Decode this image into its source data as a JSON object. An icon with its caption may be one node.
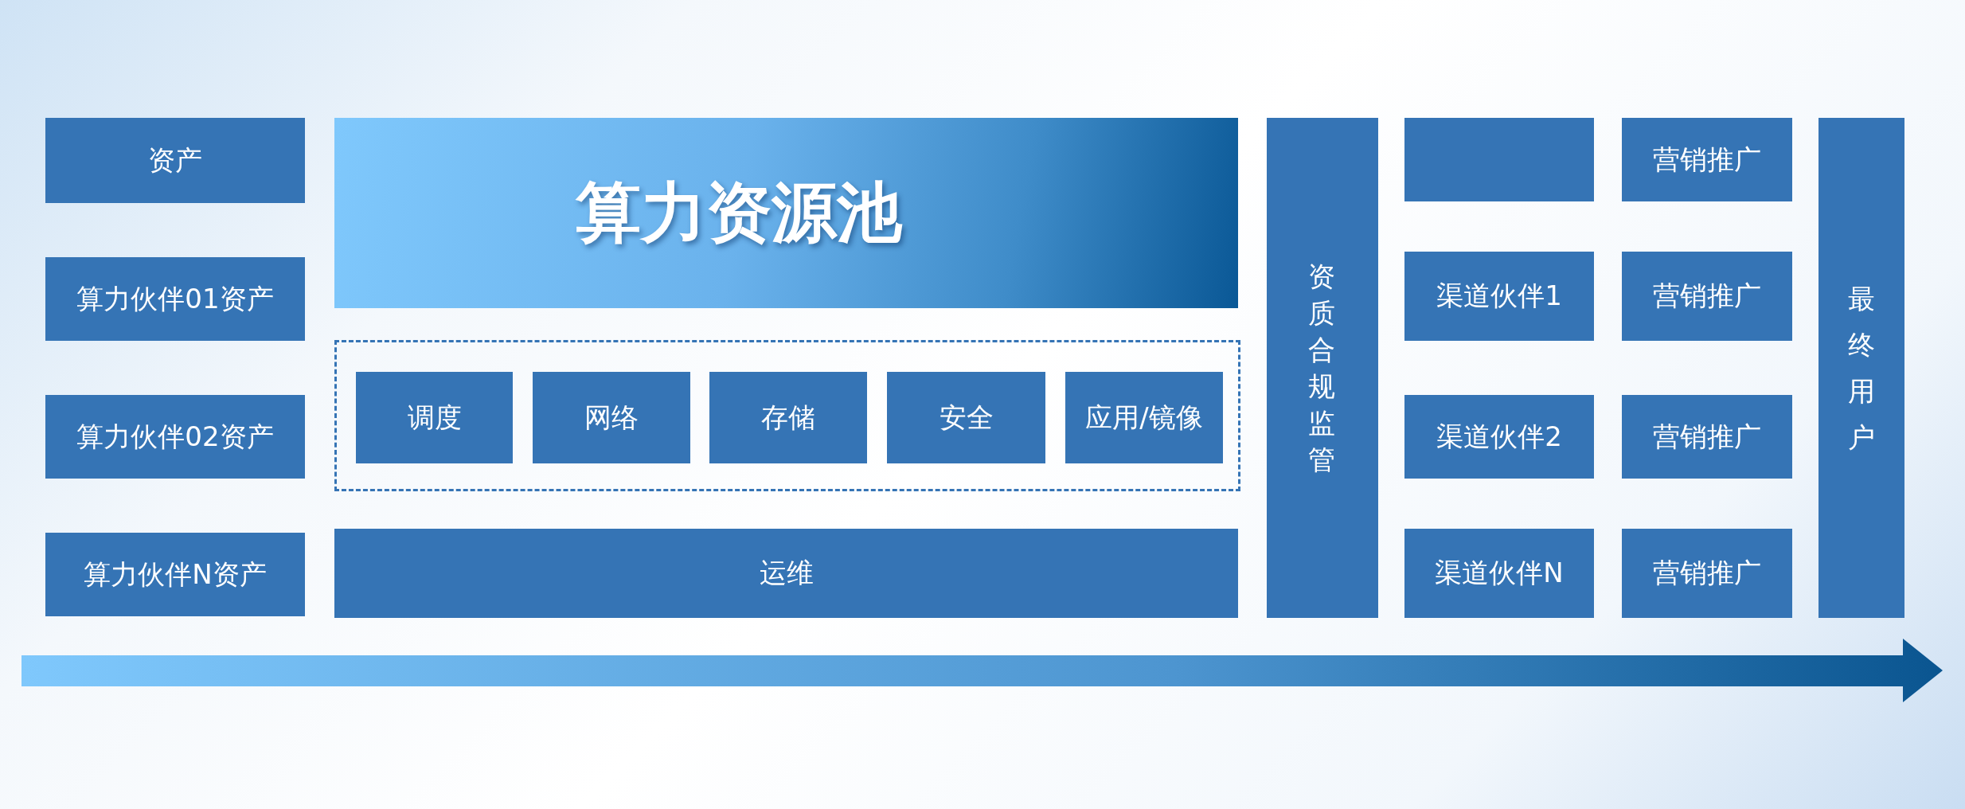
{
  "diagram": {
    "nodes": [
      {
        "text": [
          "资产"
        ]
      },
      {
        "text": [
          "算力伙伴01资产"
        ]
      },
      {
        "text": [
          "算力伙伴02资产"
        ]
      },
      {
        "text": [
          "算力伙伴N资产"
        ]
      },
      {
        "text": [
          "算力资源池"
        ]
      },
      {
        "text": [],
        "shape": "box"
      },
      {
        "text": [
          "调度"
        ],
        "in": 5
      },
      {
        "text": [
          "网络"
        ],
        "in": 5
      },
      {
        "text": [
          "存储"
        ],
        "in": 5
      },
      {
        "text": [
          "安全"
        ],
        "in": 5
      },
      {
        "text": [
          "应用/镜像"
        ],
        "in": 5
      },
      {
        "text": [
          "运维"
        ]
      },
      {
        "text": [
          "资质合规监管"
        ]
      },
      {
        "text": [],
        "shape": "box"
      },
      {
        "text": [
          "营销推广"
        ]
      },
      {
        "text": [
          "渠道伙伴1"
        ]
      },
      {
        "text": [
          "营销推广"
        ]
      },
      {
        "text": [
          "渠道伙伴2"
        ]
      },
      {
        "text": [
          "营销推广"
        ]
      },
      {
        "text": [
          "渠道伙伴N"
        ]
      },
      {
        "text": [
          "营销推广"
        ]
      },
      {
        "text": [
          "最终用户"
        ]
      }
    ]
  }
}
